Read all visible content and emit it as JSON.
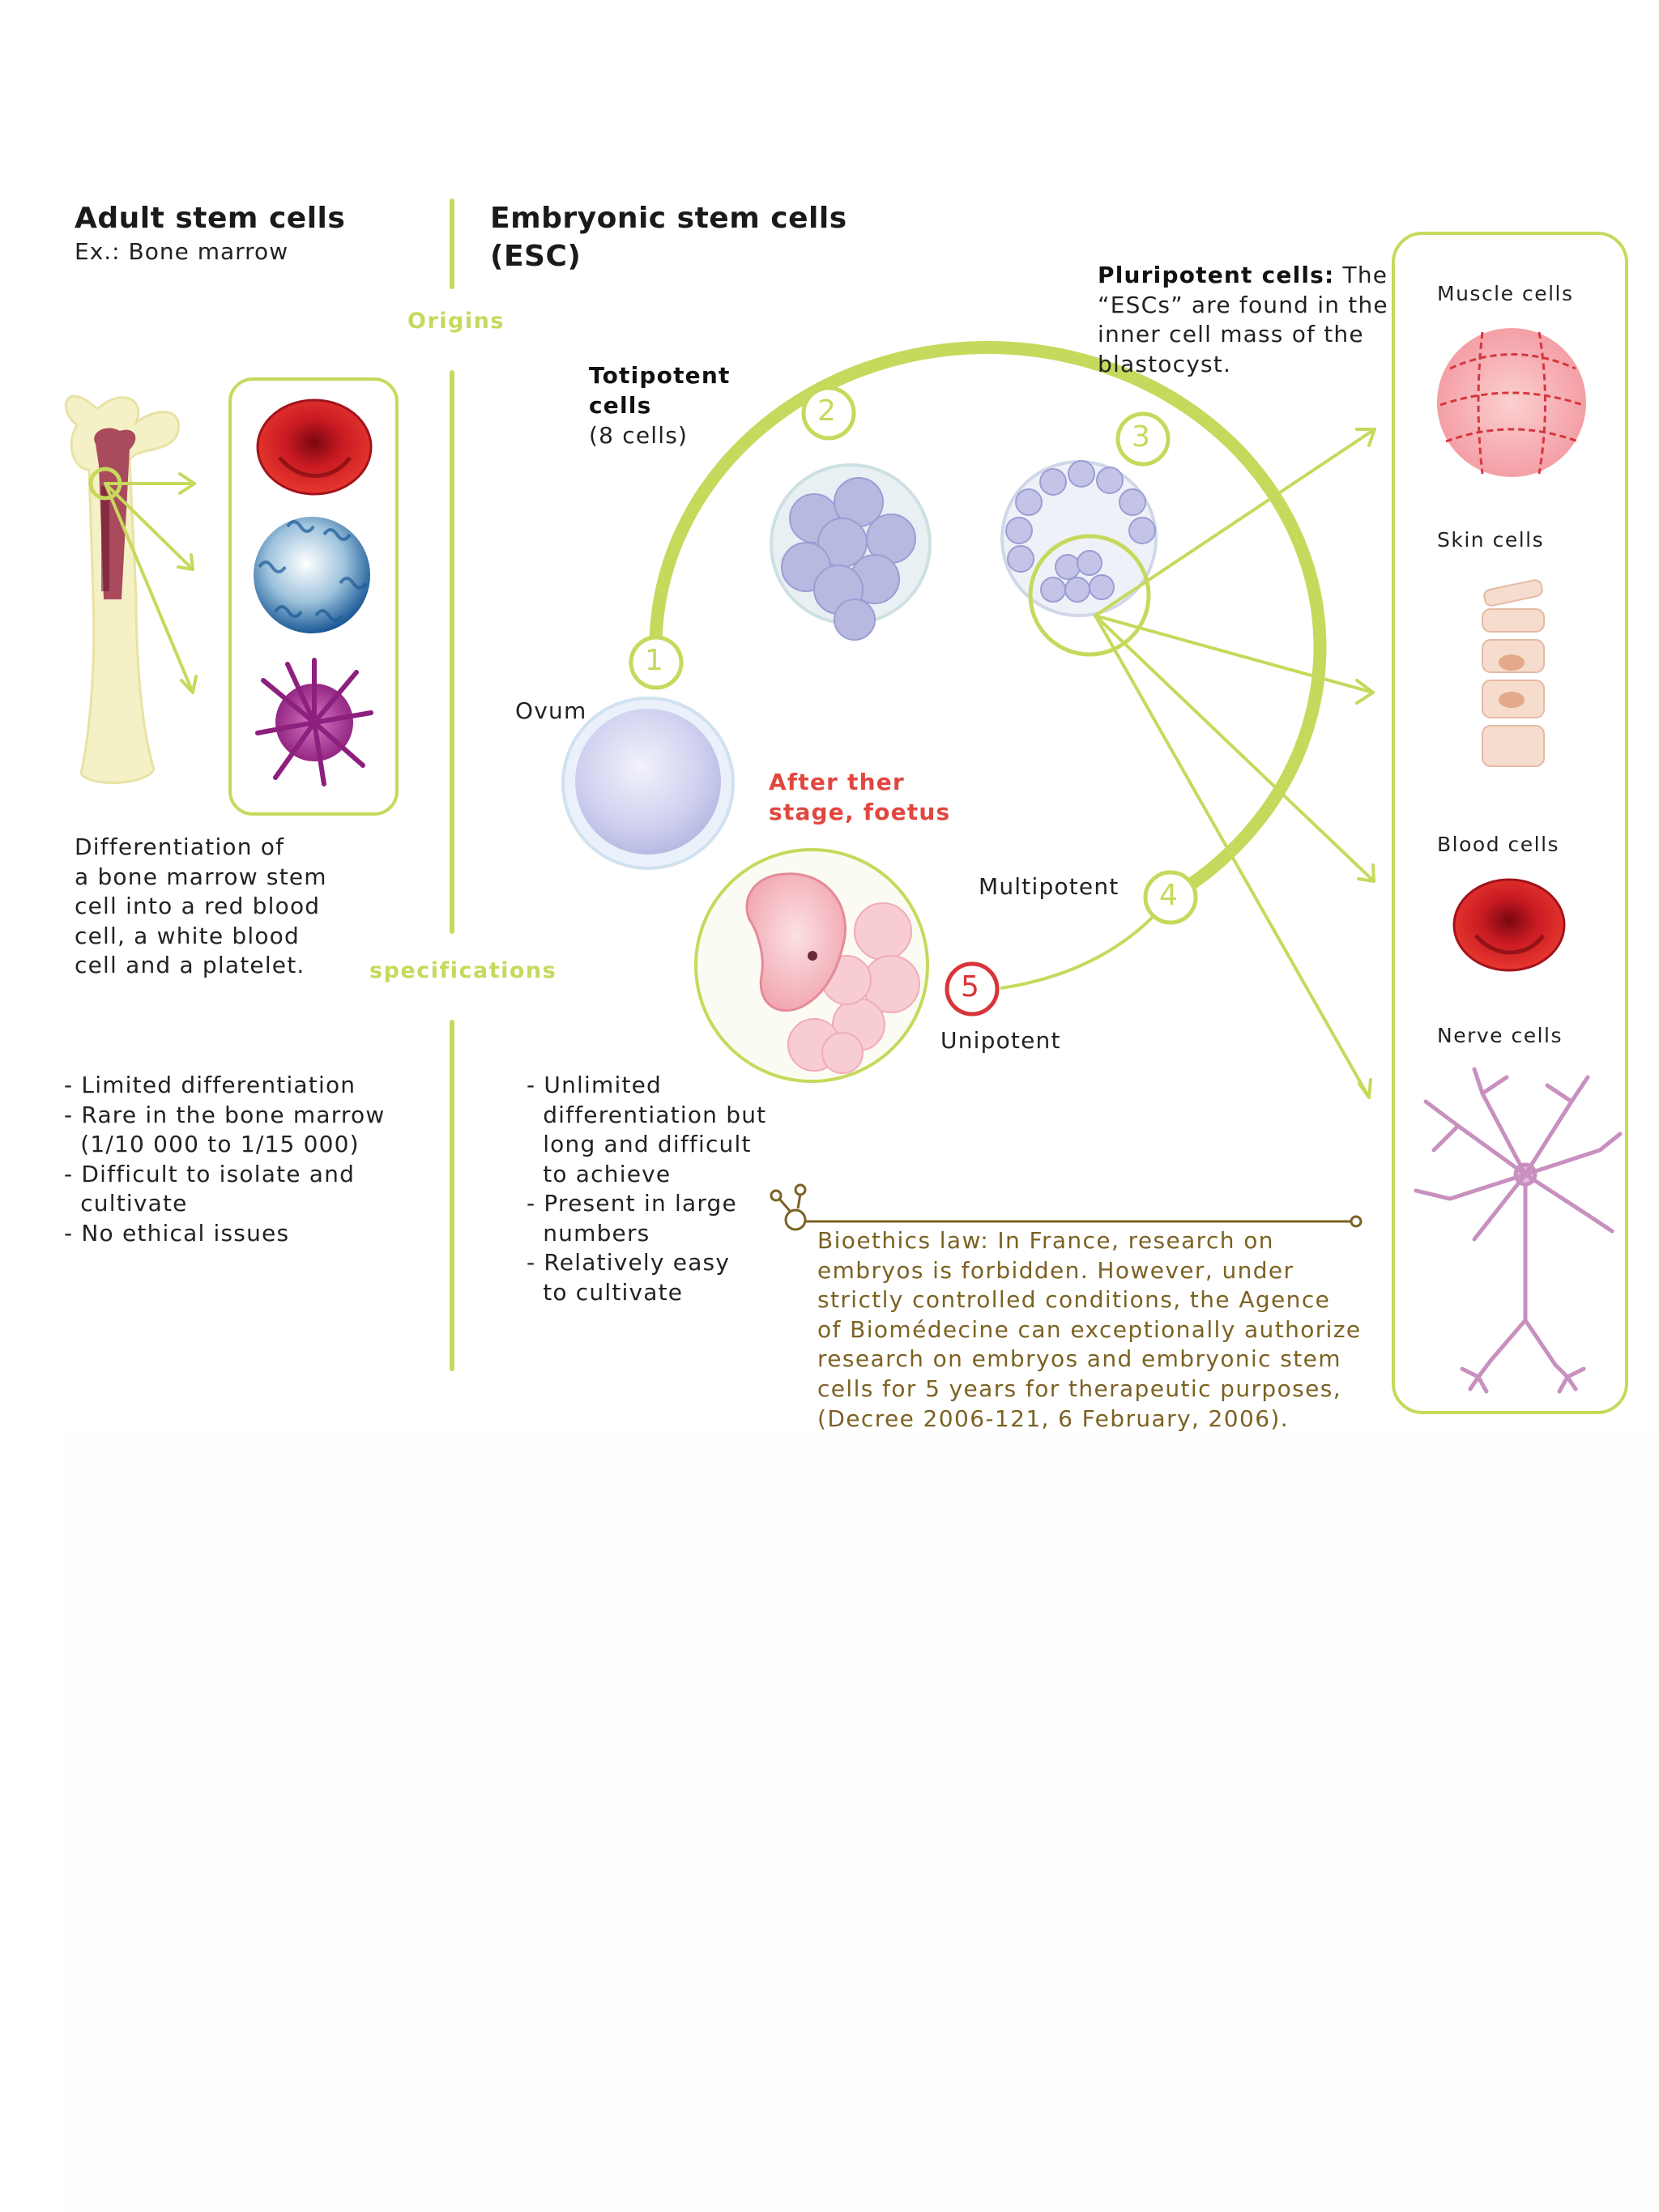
{
  "adult": {
    "title": "Adult stem cells",
    "example": "Ex.: Bone marrow",
    "differentiation": "Differentiation of\na bone marrow stem\ncell into a red blood\ncell, a white blood\ncell and a platelet.",
    "specs": "- Limited differentiation\n- Rare in the bone marrow\n  (1/10 000 to 1/15 000)\n- Difficult to isolate and\n  cultivate\n- No ethical issues"
  },
  "divider": {
    "origins": "Origins",
    "specifications": "specifications"
  },
  "esc": {
    "title_line1": "Embryonic stem cells",
    "title_line2": "(ESC)",
    "specs": "- Unlimited\n  differentiation but\n  long and difficult\n  to achieve\n- Present in large\n  numbers\n- Relatively easy\n  to cultivate"
  },
  "stages": {
    "totipotent_title": "Totipotent\ncells",
    "totipotent_note": "(8 cells)",
    "pluripotent_bold": "Pluripotent cells:",
    "pluripotent_text1": " The",
    "pluripotent_text2": "“ESCs” are found in the\ninner cell mass of the\nblastocyst.",
    "ovum": "Ovum",
    "after": "After ther\nstage, foetus",
    "multipotent": "Multipotent",
    "unipotent": "Unipotent",
    "numbers": [
      "1",
      "2",
      "3",
      "4",
      "5"
    ]
  },
  "cells_panel": {
    "muscle": "Muscle cells",
    "skin": "Skin cells",
    "blood": "Blood cells",
    "nerve": "Nerve cells"
  },
  "bioethics": "Bioethics law: In France, research on\nembryos is forbidden. However, under\nstrictly controlled conditions, the Agence\nof Biomédecine can exceptionally authorize\nresearch on embryos and embryonic stem\ncells for 5 years for therapeutic purposes,\n(Decree 2006-121, 6 February, 2006).",
  "colors": {
    "lime": "#c6d95c",
    "red_text": "#e0473f",
    "brown_text": "#7c6222",
    "unipotent_ring": "#d9343a"
  }
}
